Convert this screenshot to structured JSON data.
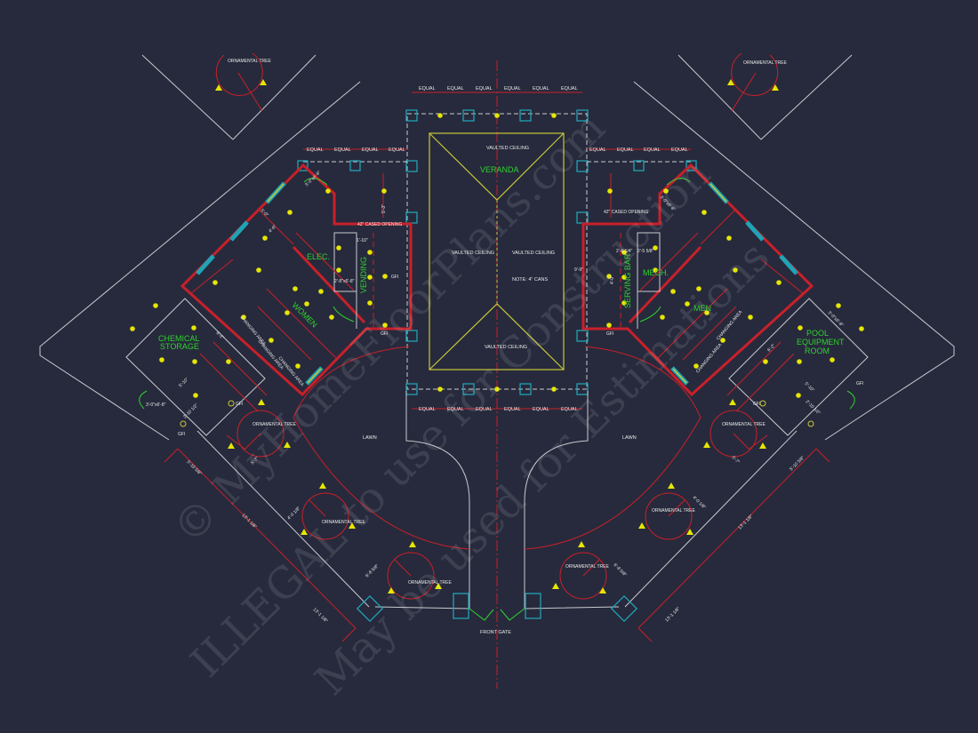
{
  "veranda": {
    "title": "VERANDA",
    "vaulted_1": "VAULTED CEILING",
    "vaulted_2": "VAULTED CEILING",
    "vaulted_3": "VAULTED CEILING",
    "vaulted_4": "VAULTED CEILING",
    "note": "NOTE: 4\" CANS"
  },
  "equal_label": "EQUAL",
  "rooms": {
    "elec": "ELEC.",
    "vending": "VENDING",
    "women": "WOMEN",
    "chemical_storage_1": "CHEMICAL",
    "chemical_storage_2": "STORAGE",
    "serving_bar": "SERVING BAR",
    "mech": "MECH.",
    "men": "MEN",
    "pool_equipment_1": "POOL",
    "pool_equipment_2": "EQUIPMENT",
    "pool_equipment_3": "ROOM",
    "changing_area": "CHANGING AREA"
  },
  "site": {
    "lawn": "LAWN",
    "front_gate": "FRONT GATE",
    "ornamental_tree": "ORNAMENTAL TREE",
    "gfi": "GFI",
    "cased_opening": "42\" CASED OPENING"
  },
  "dimensions": {
    "d1": "5'-3\"",
    "d2": "3'-0\"x6'-8\"",
    "d3": "2'-8\"x6'-8\"",
    "d4": "5'-0\"",
    "d5": "4'-6\"",
    "d6": "6'-2\"",
    "d7": "5'-10\"",
    "d8": "2'-10 1/2\"",
    "d9": "5'-10 5/8\"",
    "d10": "13'-1 1/8\"",
    "d11": "4'-0 1/8\"",
    "d12": "6'-8 5/8\"",
    "d13": "5'-7\"",
    "d14": "1'-10\"",
    "d15": "2'-6 1/4\"",
    "d16": "2'-5 5/8\"",
    "d17": "4'-0\"",
    "d18": "9'-9\""
  },
  "watermark": {
    "line1": "© MyHomeFloorPlans.com",
    "line2": "ILLEGAL to use for Construction",
    "line3": "May be used for Estimations"
  },
  "colors": {
    "background": "#272a3c",
    "walls_dimensions": "#c8202a",
    "columns_windows": "#1fa3b5",
    "fixtures": "#e6e600",
    "room_labels": "#2fd22f"
  }
}
